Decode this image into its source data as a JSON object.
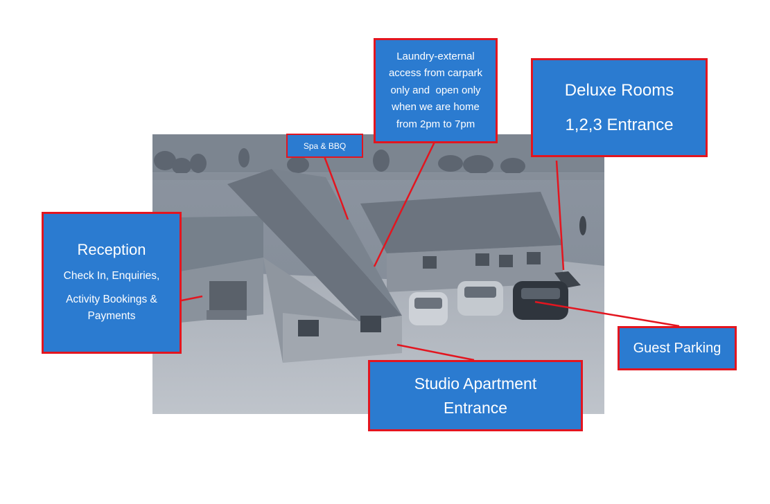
{
  "photo": {
    "tone": "grayscale-blue",
    "subject": ""
  },
  "callouts": {
    "spa": {
      "label": "Spa & BBQ"
    },
    "laundry": {
      "lines": [
        "Laundry-external",
        "access from carpark",
        "only and  open only",
        "when we are home",
        "from 2pm to 7pm"
      ]
    },
    "deluxe": {
      "line1": "Deluxe Rooms",
      "line2": "1,2,3 Entrance"
    },
    "reception": {
      "title": "Reception",
      "line1": "Check In, Enquiries,",
      "line2": "Activity Bookings &",
      "line3": "Payments"
    },
    "parking": {
      "label": "Guest Parking"
    },
    "studio": {
      "line1": "Studio Apartment",
      "line2": "Entrance"
    }
  },
  "colors": {
    "callout_fill": "#2b7bd0",
    "callout_border": "#e3151f",
    "leader_line": "#e3151f",
    "text": "#ffffff"
  }
}
